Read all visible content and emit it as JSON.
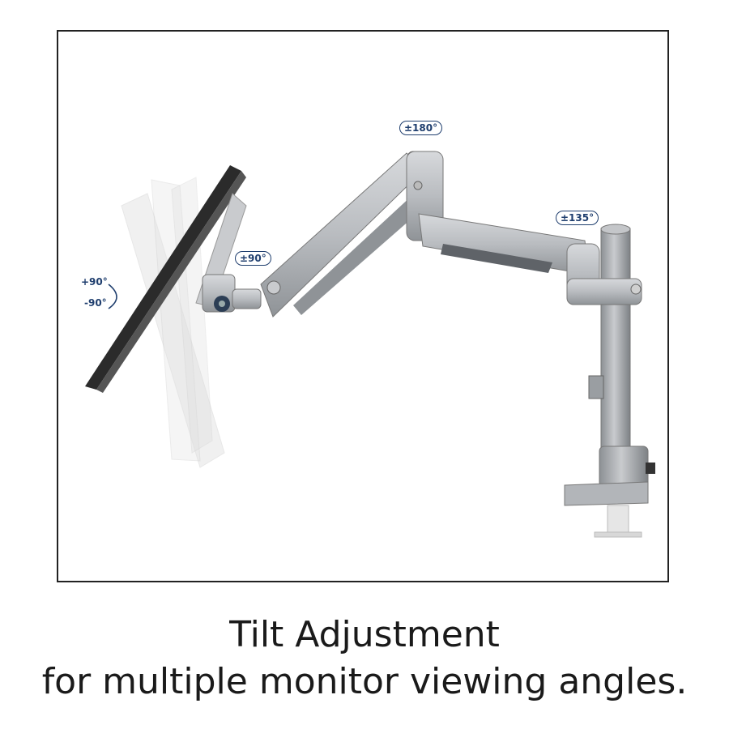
{
  "illustration": {
    "icon": "monitor-arm-icon",
    "tilt_up_label": "+90°",
    "tilt_down_label": "-90°",
    "swivel_head_label": "±90°",
    "arm_joint_label": "±180°",
    "pole_joint_label": "±135°",
    "colors": {
      "arm": "#b9bcc0",
      "arm_dark": "#8f9397",
      "monitor": "#2b2b2b",
      "accent": "#1f3e6e"
    }
  },
  "caption": {
    "line1": "Tilt Adjustment",
    "line2": "for multiple monitor viewing angles."
  }
}
